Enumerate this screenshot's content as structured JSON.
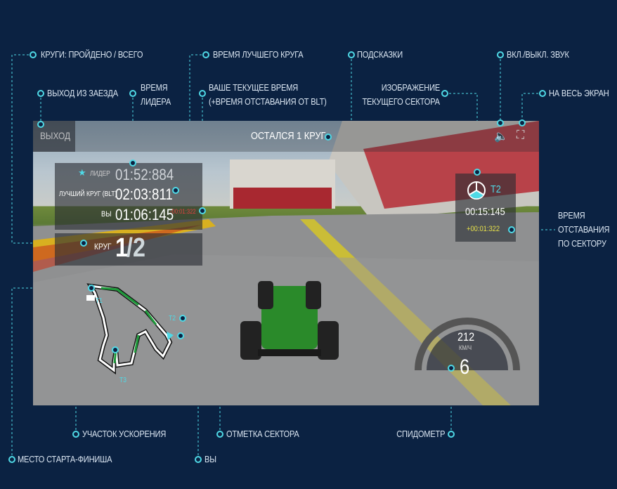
{
  "annotations": {
    "laps": "КРУГИ: ПРОЙДЕНО / ВСЕГО",
    "exit_race": "ВЫХОД ИЗ ЗАЕЗДА",
    "leader_time": [
      "ВРЕМЯ",
      "ЛИДЕРА"
    ],
    "best_lap": "ВРЕМЯ ЛУЧШЕГО КРУГА",
    "current_time": [
      "ВАШЕ ТЕКУЩЕЕ ВРЕМЯ",
      "(+ВРЕМЯ ОТСТАВАНИЯ ОТ BLT)"
    ],
    "hints": "ПОДСКАЗКИ",
    "sector_image": [
      "ИЗОБРАЖЕНИЕ",
      "ТЕКУЩЕГО СЕКТОРА"
    ],
    "sound": "ВКЛ./ВЫКЛ. ЗВУК",
    "fullscreen": "НА ВЕСЬ ЭКРАН",
    "sector_gap": [
      "ВРЕМЯ",
      "ОТСТАВАНИЯ",
      "ПО СЕКТОРУ"
    ],
    "boost_zone": "УЧАСТОК УСКОРЕНИЯ",
    "sector_mark": "ОТМЕТКА СЕКТОРА",
    "speedometer": "СПИДОМЕТР",
    "start_finish": "МЕСТО СТАРТА-ФИНИША",
    "you": "ВЫ"
  },
  "hud": {
    "exit_button": "ВЫХОД",
    "hint": "ОСТАЛСЯ 1 КРУГ",
    "leader_label": "ЛИДЕР",
    "leader_time": "01:52:884",
    "best_label": "ЛУЧШИЙ КРУГ (BLT)",
    "best_time": "02:03:811",
    "you_label": "ВЫ",
    "you_time": "01:06:145",
    "you_gap": "-00:01:322",
    "lap_label": "КРУГ",
    "lap_current": "1",
    "lap_total": "/2",
    "sector_name": "T2",
    "sector_time": "00:15:145",
    "sector_gap": "+00:01:322",
    "speed": "212",
    "speed_unit": "КМ/Ч",
    "gear": "6",
    "map_labels": [
      "T1",
      "T2",
      "T3"
    ]
  },
  "colors": {
    "background": "#0b2242",
    "accent": "#4fd9e6",
    "gap_yellow": "#e6e04a",
    "gap_red": "#e04040",
    "boost": "#1e9a3a"
  }
}
